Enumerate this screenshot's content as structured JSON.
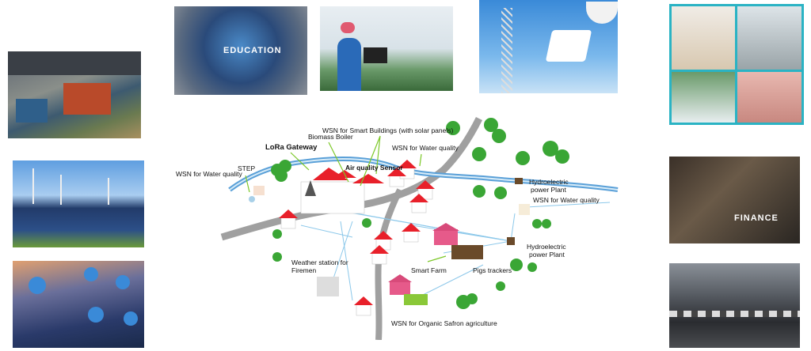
{
  "photos": {
    "factory": {
      "caption": ""
    },
    "solar_farm": {
      "caption": ""
    },
    "smart_city": {
      "caption": ""
    },
    "education": {
      "caption": "EDUCATION"
    },
    "farmer_laptop": {
      "caption": ""
    },
    "cell_tower": {
      "caption": ""
    },
    "hospital": {
      "caption": ""
    },
    "finance": {
      "caption": "FINANCE"
    },
    "bike_factory": {
      "caption": ""
    }
  },
  "diagram": {
    "labels": {
      "smart_buildings": "WSN for Smart Buildings  (with solar panels)",
      "biomass_boiler": "Biomass Boiler",
      "lora_gateway": "LoRa Gateway",
      "water_quality_top": "WSN for Water quality",
      "step": "STEP",
      "water_quality_left": "WSN for Water quality",
      "air_quality": "Air quality Sensor",
      "hydro_top_1": "Hydroelectric",
      "hydro_top_2": "power Plant",
      "water_quality_right": "WSN for Water quality",
      "hydro_bottom_1": "Hydroelectric",
      "hydro_bottom_2": "power Plant",
      "weather_1": "Weather station for",
      "weather_2": "Firemen",
      "smart_farm": "Smart Farm",
      "pigs_trackers": "Pigs trackers",
      "safron": "WSN for Organic Safron agriculture"
    },
    "colors": {
      "roof": "#e8202a",
      "tree": "#3aa635",
      "river": "#5aa0d8",
      "road": "#a0a0a0",
      "link": "#8cc8ea",
      "arrow": "#7cc828"
    }
  }
}
